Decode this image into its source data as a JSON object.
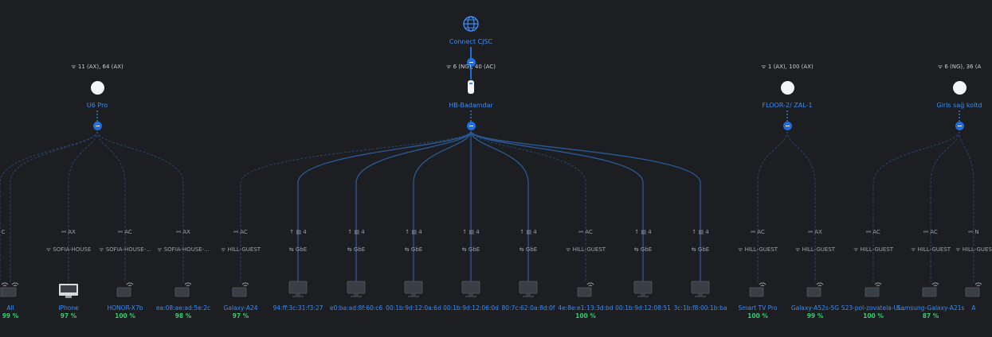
{
  "gateway": {
    "name": "Connect CJSC",
    "icon": "globe-icon"
  },
  "aps": [
    {
      "name": "U6 Pro",
      "stats": "11 (AX), 64 (AX)",
      "icon": "ap-disc-icon"
    },
    {
      "name": "HB-Badamdar",
      "stats": "6 (NG), 40 (AC)",
      "icon": "ap-tower-icon"
    },
    {
      "name": "FLOOR-2/ ZAL-1",
      "stats": "1 (AX), 100 (AX)",
      "icon": "ap-disc-icon"
    },
    {
      "name": "Girls sağ koltd",
      "stats": "6 (NG), 36 (A",
      "icon": "ap-disc-icon"
    }
  ],
  "devices": [
    {
      "name": "",
      "ap": 0,
      "wired": false,
      "badge": "C",
      "link": "",
      "pct": "",
      "partial": true
    },
    {
      "name": "All",
      "ap": 0,
      "wired": false,
      "badge": "",
      "link": "",
      "pct": "99 %"
    },
    {
      "name": "IPhone",
      "ap": 0,
      "wired": false,
      "badge": "AX",
      "link": "SOFIA-HOUSE",
      "pct": "97 %",
      "imac": true
    },
    {
      "name": "HONOR-X7b",
      "ap": 0,
      "wired": false,
      "badge": "AC",
      "link": "SOFIA-HOUSE-...",
      "pct": "100 %"
    },
    {
      "name": "ea:08:ae:ad:5e:2c",
      "ap": 0,
      "wired": false,
      "badge": "AX",
      "link": "SOFIA-HOUSE-...",
      "pct": "98 %"
    },
    {
      "name": "Galaxy-A24",
      "ap": 1,
      "wired": false,
      "badge": "AC",
      "link": "HILL-GUEST",
      "pct": "97 %"
    },
    {
      "name": "94:ff:3c:31:f3:27",
      "ap": 1,
      "wired": true,
      "badge": "4",
      "link": "GbE",
      "pct": ""
    },
    {
      "name": "e0:ba:ad:8f:60:c6",
      "ap": 1,
      "wired": true,
      "badge": "4",
      "link": "GbE",
      "pct": ""
    },
    {
      "name": "00:1b:9d:12:0a:6d",
      "ap": 1,
      "wired": true,
      "badge": "4",
      "link": "GbE",
      "pct": ""
    },
    {
      "name": "00:1b:9d:12:06:0d",
      "ap": 1,
      "wired": true,
      "badge": "4",
      "link": "GbE",
      "pct": ""
    },
    {
      "name": "80:7c:62:0a:8d:0f",
      "ap": 1,
      "wired": true,
      "badge": "4",
      "link": "GbE",
      "pct": ""
    },
    {
      "name": "4e:8e:e1:13:3d:bd",
      "ap": 1,
      "wired": false,
      "badge": "AC",
      "link": "HILL-GUEST",
      "pct": "100 %"
    },
    {
      "name": "00:1b:9d:12:08:51",
      "ap": 1,
      "wired": true,
      "badge": "4",
      "link": "GbE",
      "pct": ""
    },
    {
      "name": "3c:1b:f8:00:1b:ba",
      "ap": 1,
      "wired": true,
      "badge": "4",
      "link": "GbE",
      "pct": ""
    },
    {
      "name": "Smart TV Pro",
      "ap": 2,
      "wired": false,
      "badge": "AC",
      "link": "HILL-GUEST",
      "pct": "100 %"
    },
    {
      "name": "Galaxy-A52s-5G",
      "ap": 2,
      "wired": false,
      "badge": "AX",
      "link": "HILL-GUEST",
      "pct": "99 %"
    },
    {
      "name": "S23-pol-zovatela-Ul...",
      "ap": 3,
      "wired": false,
      "badge": "AC",
      "link": "HILL-GUEST",
      "pct": "100 %"
    },
    {
      "name": "Samsung-Galaxy-A21s",
      "ap": 3,
      "wired": false,
      "badge": "AC",
      "link": "HILL-GUEST",
      "pct": "87 %"
    },
    {
      "name": "A",
      "ap": 3,
      "wired": false,
      "badge": "N",
      "link": "HILL-GUES",
      "pct": "",
      "partial": true
    }
  ],
  "colors": {
    "background": "#1c1e22",
    "accent": "#3b8cf5",
    "link_line": "#27456d",
    "good": "#2fcf6a"
  }
}
